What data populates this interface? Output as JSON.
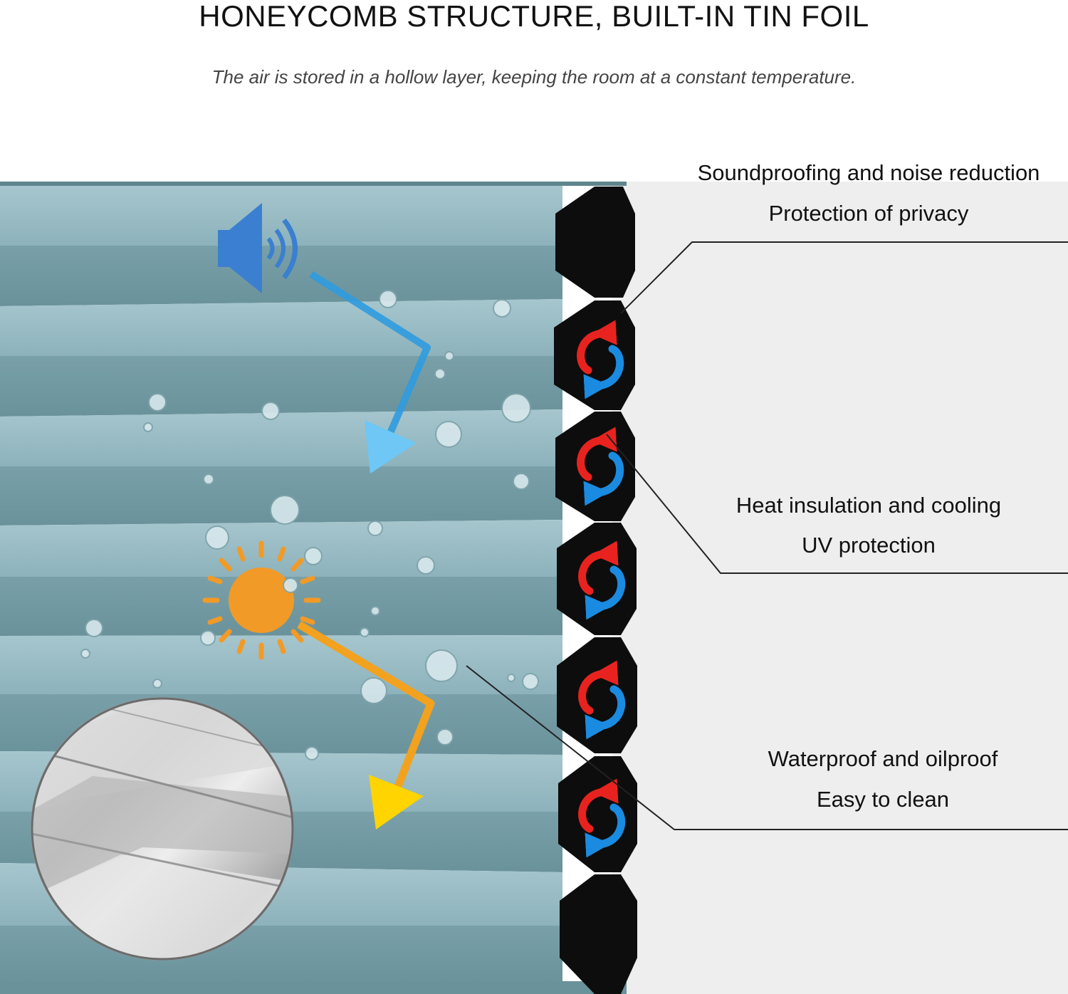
{
  "header": {
    "title": "HONEYCOMB STRUCTURE, BUILT-IN TIN FOIL",
    "subtitle": "The air is stored in a hollow layer, keeping the room at a constant temperature."
  },
  "features": {
    "sound": {
      "line1": "Soundproofing and noise reduction",
      "line2": "Protection of privacy",
      "icon": "speaker-icon"
    },
    "heat": {
      "line1": "Heat insulation and cooling",
      "line2": "UV protection",
      "icon": "sun-icon"
    },
    "water": {
      "line1": "Waterproof and oilproof",
      "line2": "Easy to clean",
      "icon": "water-drops"
    }
  },
  "colors": {
    "shade_light": "#8fb4bd",
    "shade_dark": "#6f959e",
    "cell_black": "#0d0d0d",
    "arrow_red": "#e8231f",
    "arrow_blue": "#1a8be0",
    "speaker_blue": "#3a7fd0",
    "sun_orange": "#f29a27",
    "arrow_yellow": "#ffd400"
  }
}
